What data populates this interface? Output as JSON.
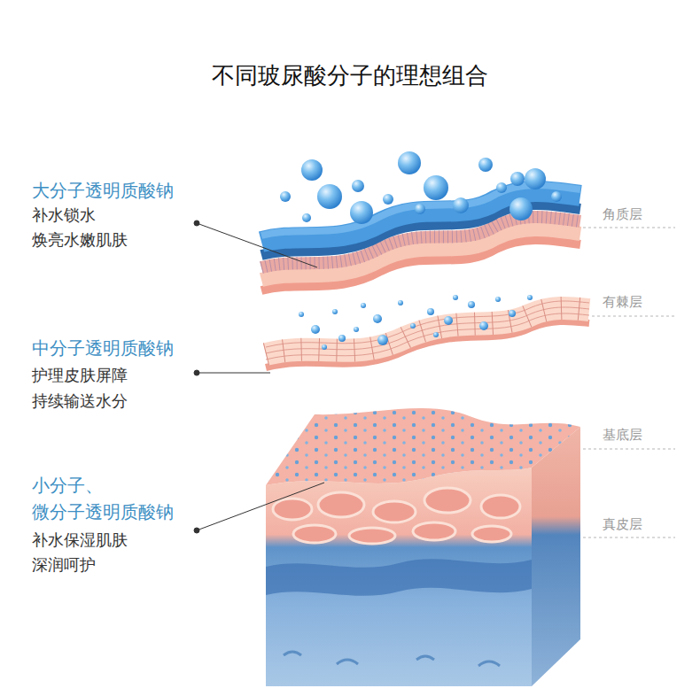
{
  "diagram": {
    "title": "不同玻尿酸分子的理想组合",
    "labels": [
      "大分子透明质酸钠",
      "补水锁水",
      "焕亮水嫩肌肤",
      "中分子透明质酸钠",
      "护理皮肤屏障",
      "持续输送水分",
      "小分子、",
      "微分子透明质酸钠",
      "补水保湿肌肤",
      "深润呵护",
      "角质层",
      "有棘层",
      "基底层",
      "真皮层"
    ]
  }
}
